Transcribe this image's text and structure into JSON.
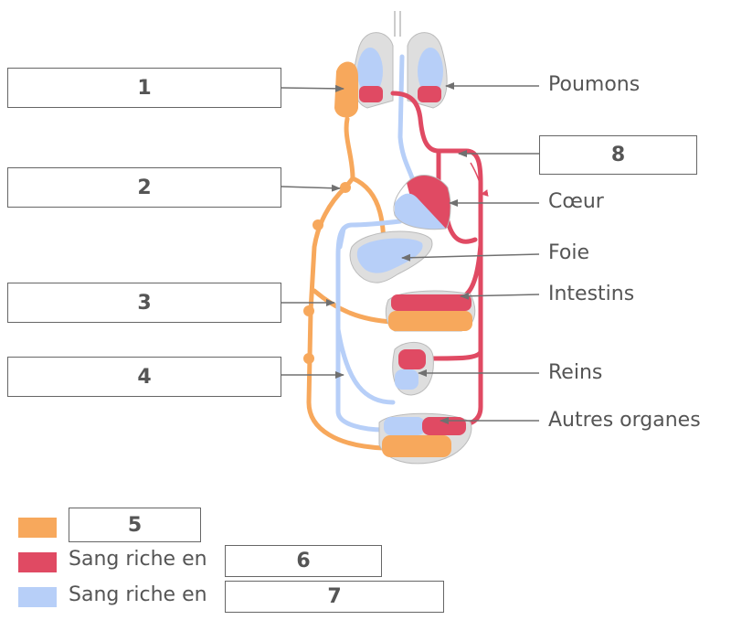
{
  "colors": {
    "oxygen_poor_orange": "#f7a85c",
    "oxygen_rich_red": "#e04a63",
    "oxygen_poor_blue": "#b7cff8",
    "organ_gray": "#dedede",
    "arrow_gray": "#707070"
  },
  "boxes": {
    "b1": "1",
    "b2": "2",
    "b3": "3",
    "b4": "4",
    "b5": "5",
    "b6": "6",
    "b7": "7",
    "b8": "8"
  },
  "organs": {
    "lungs": "Poumons",
    "heart": "Cœur",
    "liver": "Foie",
    "intestines": "Intestins",
    "kidneys": "Reins",
    "other": "Autres organes"
  },
  "legend": {
    "row2_text": "Sang riche en",
    "row3_text": "Sang riche en"
  }
}
